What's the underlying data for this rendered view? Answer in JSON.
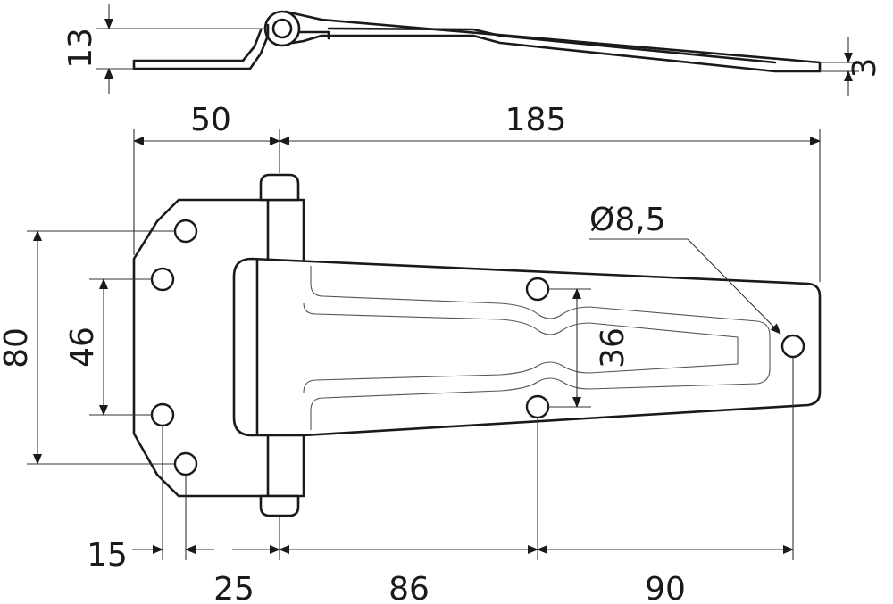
{
  "dimensions": {
    "pin_height": "13",
    "leaf_thickness": "3",
    "pin_offset": "50",
    "leaf_length": "185",
    "hole_diameter": "Ø8,5",
    "plate_height": "80",
    "plate_hole_spacing": "46",
    "leaf_hole_spacing": "36",
    "edge_to_hole": "15",
    "hole_to_pin": "25",
    "pin_to_hole": "86",
    "hole_to_hole": "90"
  }
}
